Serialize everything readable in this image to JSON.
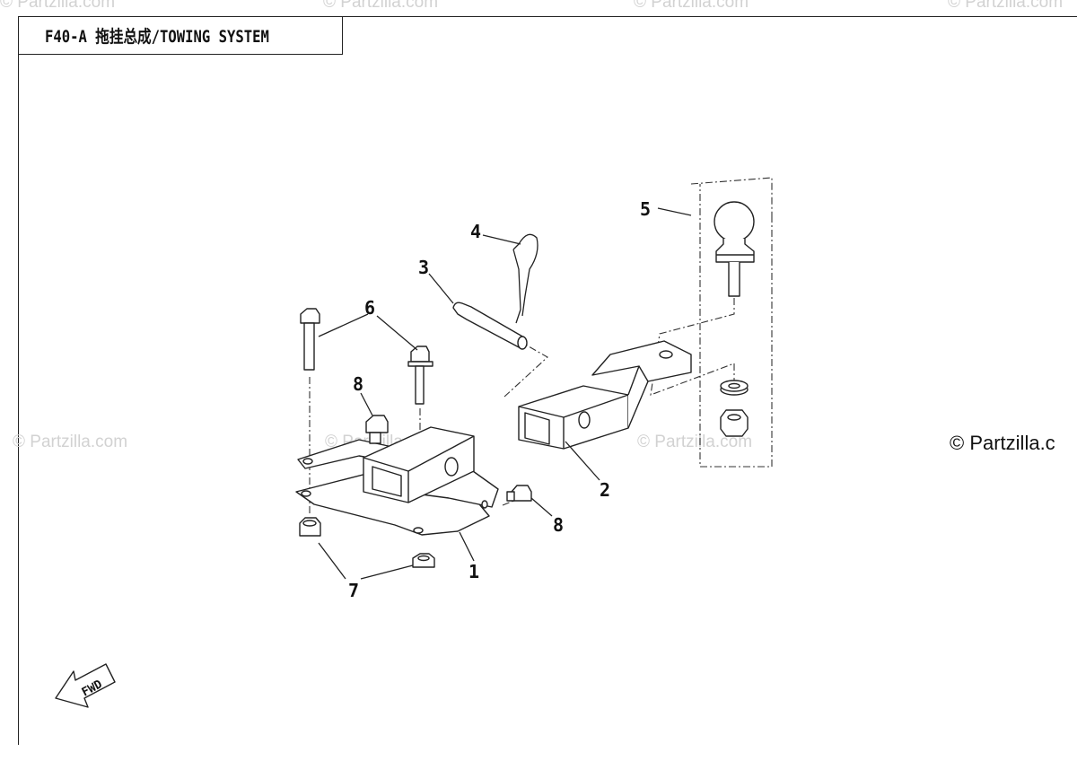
{
  "header": {
    "title": "F40-A 拖挂总成/TOWING SYSTEM"
  },
  "watermarks": {
    "top": [
      "© Partzilla.com",
      "© Partzilla.com",
      "© Partzilla.com",
      "© Partzilla.com"
    ],
    "middle": [
      "© Partzilla.com",
      "© Partzilla.com",
      "© Partzilla.com"
    ],
    "right": "© Partzilla.c"
  },
  "callouts": {
    "c1": "1",
    "c2": "2",
    "c3": "3",
    "c4": "4",
    "c5": "5",
    "c6": "6",
    "c7": "7",
    "c8a": "8",
    "c8b": "8"
  },
  "direction": {
    "label": "FWD"
  }
}
